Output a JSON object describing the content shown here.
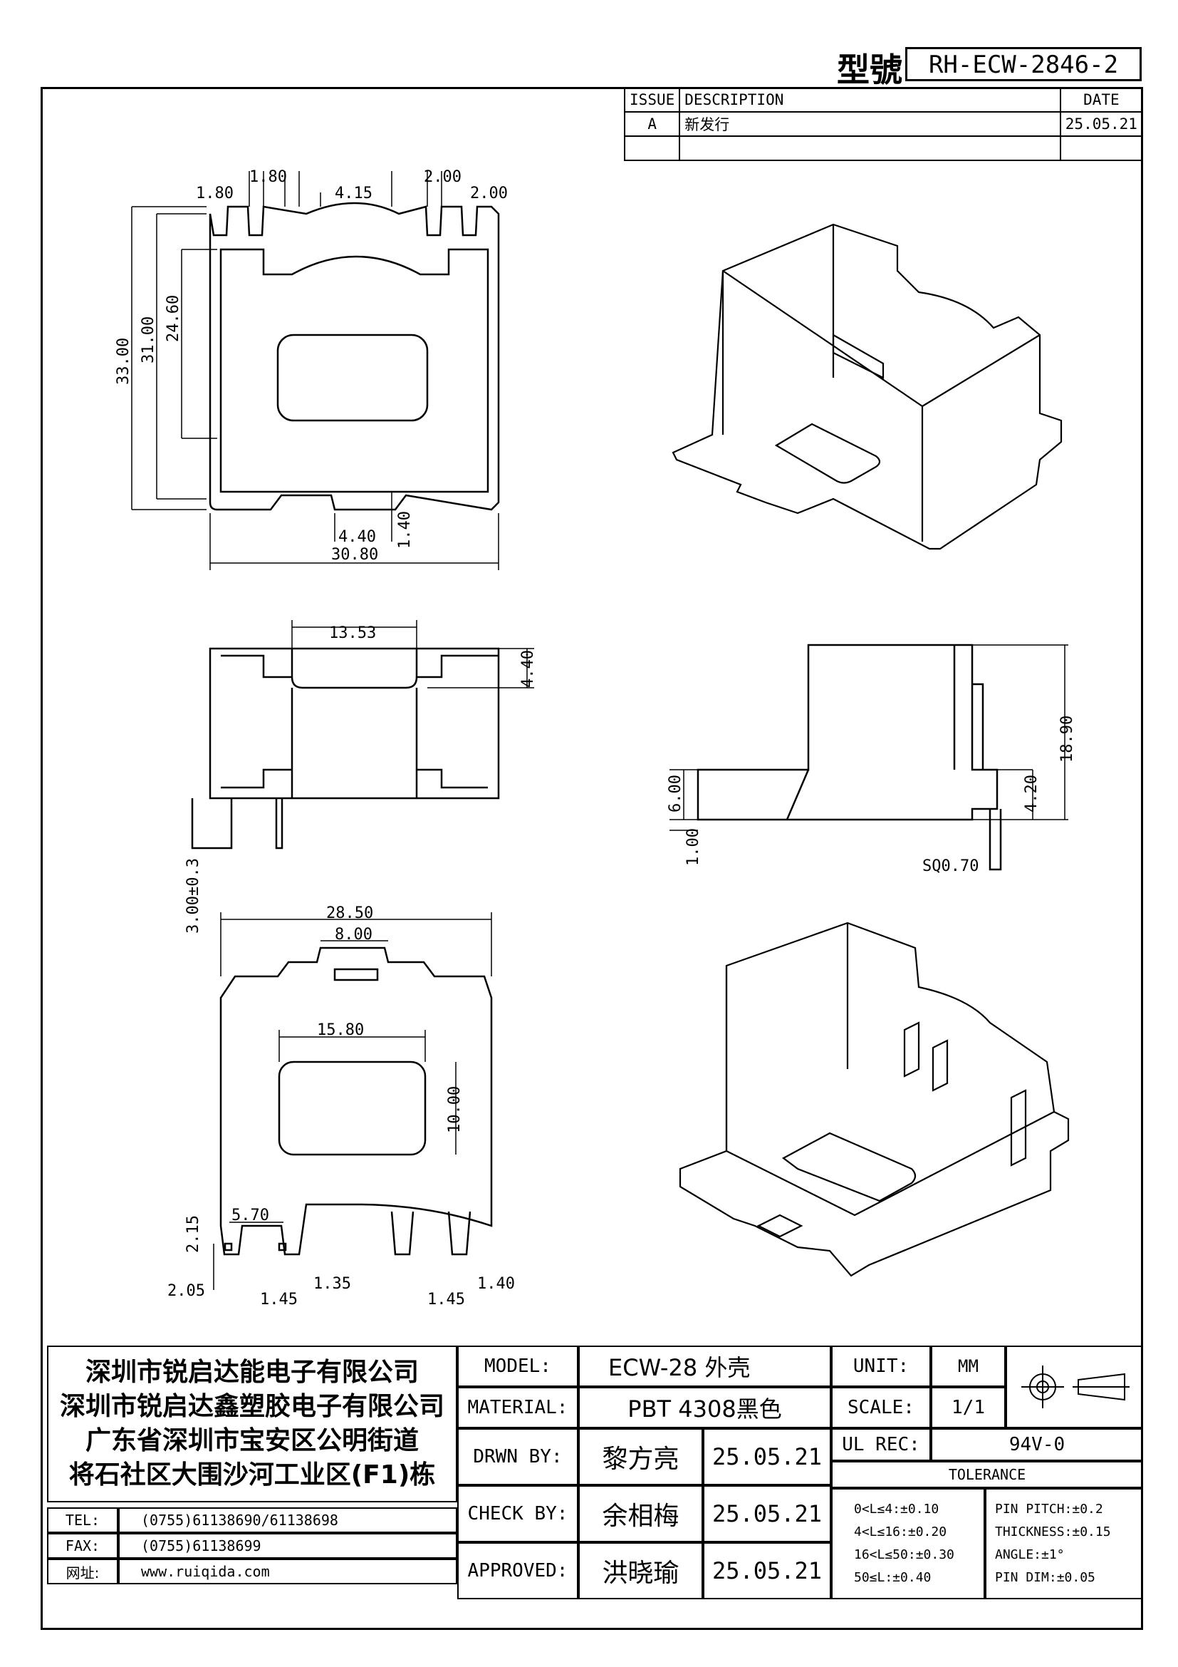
{
  "header": {
    "model_tag": "型號",
    "model_no": "RH-ECW-2846-2"
  },
  "revision": {
    "headers": [
      "ISSUE",
      "DESCRIPTION",
      "DATE"
    ],
    "rows": [
      {
        "issue": "A",
        "description": "新发行",
        "date": "25.05.21"
      }
    ]
  },
  "dimensions": {
    "top_view": {
      "d1": "1.80",
      "d2": "1.80",
      "d3": "4.15",
      "d4": "2.00",
      "d5": "2.00",
      "A": "33.00",
      "B": "31.00",
      "C": "24.60",
      "D": "4.40",
      "E": "1.40",
      "F": "30.80"
    },
    "front_view": {
      "G": "13.53",
      "H": "4.40",
      "I": "3.00±0.3"
    },
    "side_view": {
      "J": "6.00",
      "K": "1.00",
      "L": "SQ0.70",
      "M": "4.20",
      "N": "18.90"
    },
    "bottom_view": {
      "O": "28.50",
      "P": "8.00",
      "Q": "15.80",
      "R": "10.00",
      "S": "5.70",
      "t1": "2.15",
      "t2": "2.05",
      "t3": "1.45",
      "t4": "1.35",
      "t5": "1.45",
      "t6": "1.40"
    }
  },
  "title_block": {
    "company": [
      "深圳市锐启达能电子有限公司",
      "深圳市锐启达鑫塑胶电子有限公司",
      "广东省深圳市宝安区公明街道",
      "将石社区大围沙河工业区(F1)栋"
    ],
    "tel_label": "TEL:",
    "tel": "(0755)61138690/61138698",
    "fax_label": "FAX:",
    "fax": "(0755)61138699",
    "web_label": "网址:",
    "web": "www.ruiqida.com",
    "model_label": "MODEL:",
    "model": "ECW-28 外壳",
    "material_label": "MATERIAL:",
    "material": "PBT 4308黑色",
    "drawn_label": "DRWN BY:",
    "drawn_by": "黎方亮",
    "drawn_date": "25.05.21",
    "check_label": "CHECK BY:",
    "check_by": "余相梅",
    "check_date": "25.05.21",
    "approved_label": "APPROVED:",
    "approved_by": "洪晓瑜",
    "approved_date": "25.05.21",
    "unit_label": "UNIT:",
    "unit": "MM",
    "scale_label": "SCALE:",
    "scale": "1/1",
    "ul_label": "UL REC:",
    "ul": "94V-0",
    "tolerance_label": "TOLERANCE",
    "tol_left": [
      "0<L≤4:±0.10",
      "4<L≤16:±0.20",
      "16<L≤50:±0.30",
      "50≤L:±0.40"
    ],
    "tol_right": [
      "PIN PITCH:±0.2",
      "THICKNESS:±0.15",
      "ANGLE:±1°",
      "PIN DIM:±0.05"
    ]
  }
}
